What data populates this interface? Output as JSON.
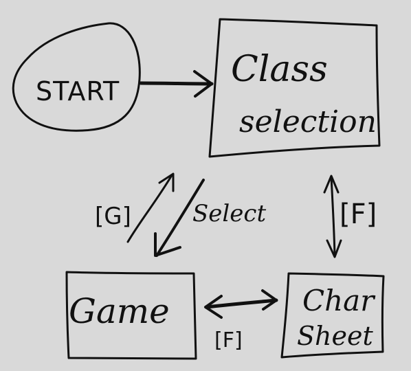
{
  "nodes": {
    "start": {
      "label": "START"
    },
    "class_selection": {
      "line1": "Class",
      "line2": "selection"
    },
    "game": {
      "label": "Game"
    },
    "char_sheet": {
      "line1": "Char",
      "line2": "Sheet"
    }
  },
  "edges": {
    "class_to_game": {
      "label": "Select"
    },
    "game_to_class": {
      "label": "[G]"
    },
    "class_char_sheet": {
      "label": "[F]"
    },
    "game_char_sheet": {
      "label": "[F]"
    }
  }
}
